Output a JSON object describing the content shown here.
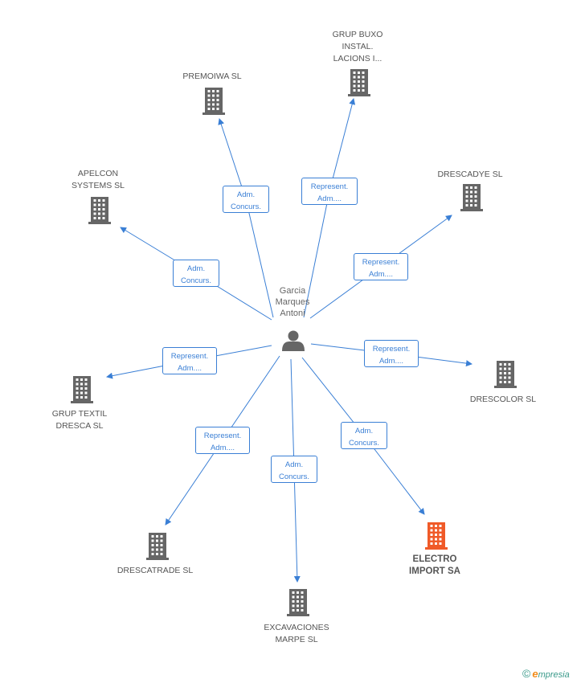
{
  "center": {
    "name": "Garcia\nMarques\nAntoni",
    "icon": "person-icon"
  },
  "companies": [
    {
      "id": "premoiwa",
      "name": "PREMOIWA SL",
      "relation": "Adm.\nConcurs.",
      "icon": "building-icon"
    },
    {
      "id": "grup-buxo",
      "name": "GRUP BUXO\nINSTAL.\nLACIONS I...",
      "relation": "Represent.\nAdm....",
      "icon": "building-icon"
    },
    {
      "id": "apelcon",
      "name": "APELCON\nSYSTEMS SL",
      "relation": "Adm.\nConcurs.",
      "icon": "building-icon"
    },
    {
      "id": "drescadye",
      "name": "DRESCADYE SL",
      "relation": "Represent.\nAdm....",
      "icon": "building-icon"
    },
    {
      "id": "grup-textil",
      "name": "GRUP TEXTIL\nDRESCA SL",
      "relation": "Represent.\nAdm....",
      "icon": "building-icon"
    },
    {
      "id": "drescolor",
      "name": "DRESCOLOR SL",
      "relation": "Represent.\nAdm....",
      "icon": "building-icon"
    },
    {
      "id": "drescatrade",
      "name": "DRESCATRADE SL",
      "relation": "Represent.\nAdm....",
      "icon": "building-icon"
    },
    {
      "id": "excavaciones",
      "name": "EXCAVACIONES\nMARPE SL",
      "relation": "Adm.\nConcurs.",
      "icon": "building-icon"
    },
    {
      "id": "electro",
      "name": "ELECTRO\nIMPORT SA",
      "relation": "Adm.\nConcurs.",
      "icon": "building-icon",
      "highlight": true
    }
  ],
  "colors": {
    "edge": "#3a7fd5",
    "icon": "#666666",
    "highlight_icon": "#f05a28"
  },
  "footer": {
    "copyright": "©",
    "brand_initial": "e",
    "brand_rest": "mpresia"
  }
}
